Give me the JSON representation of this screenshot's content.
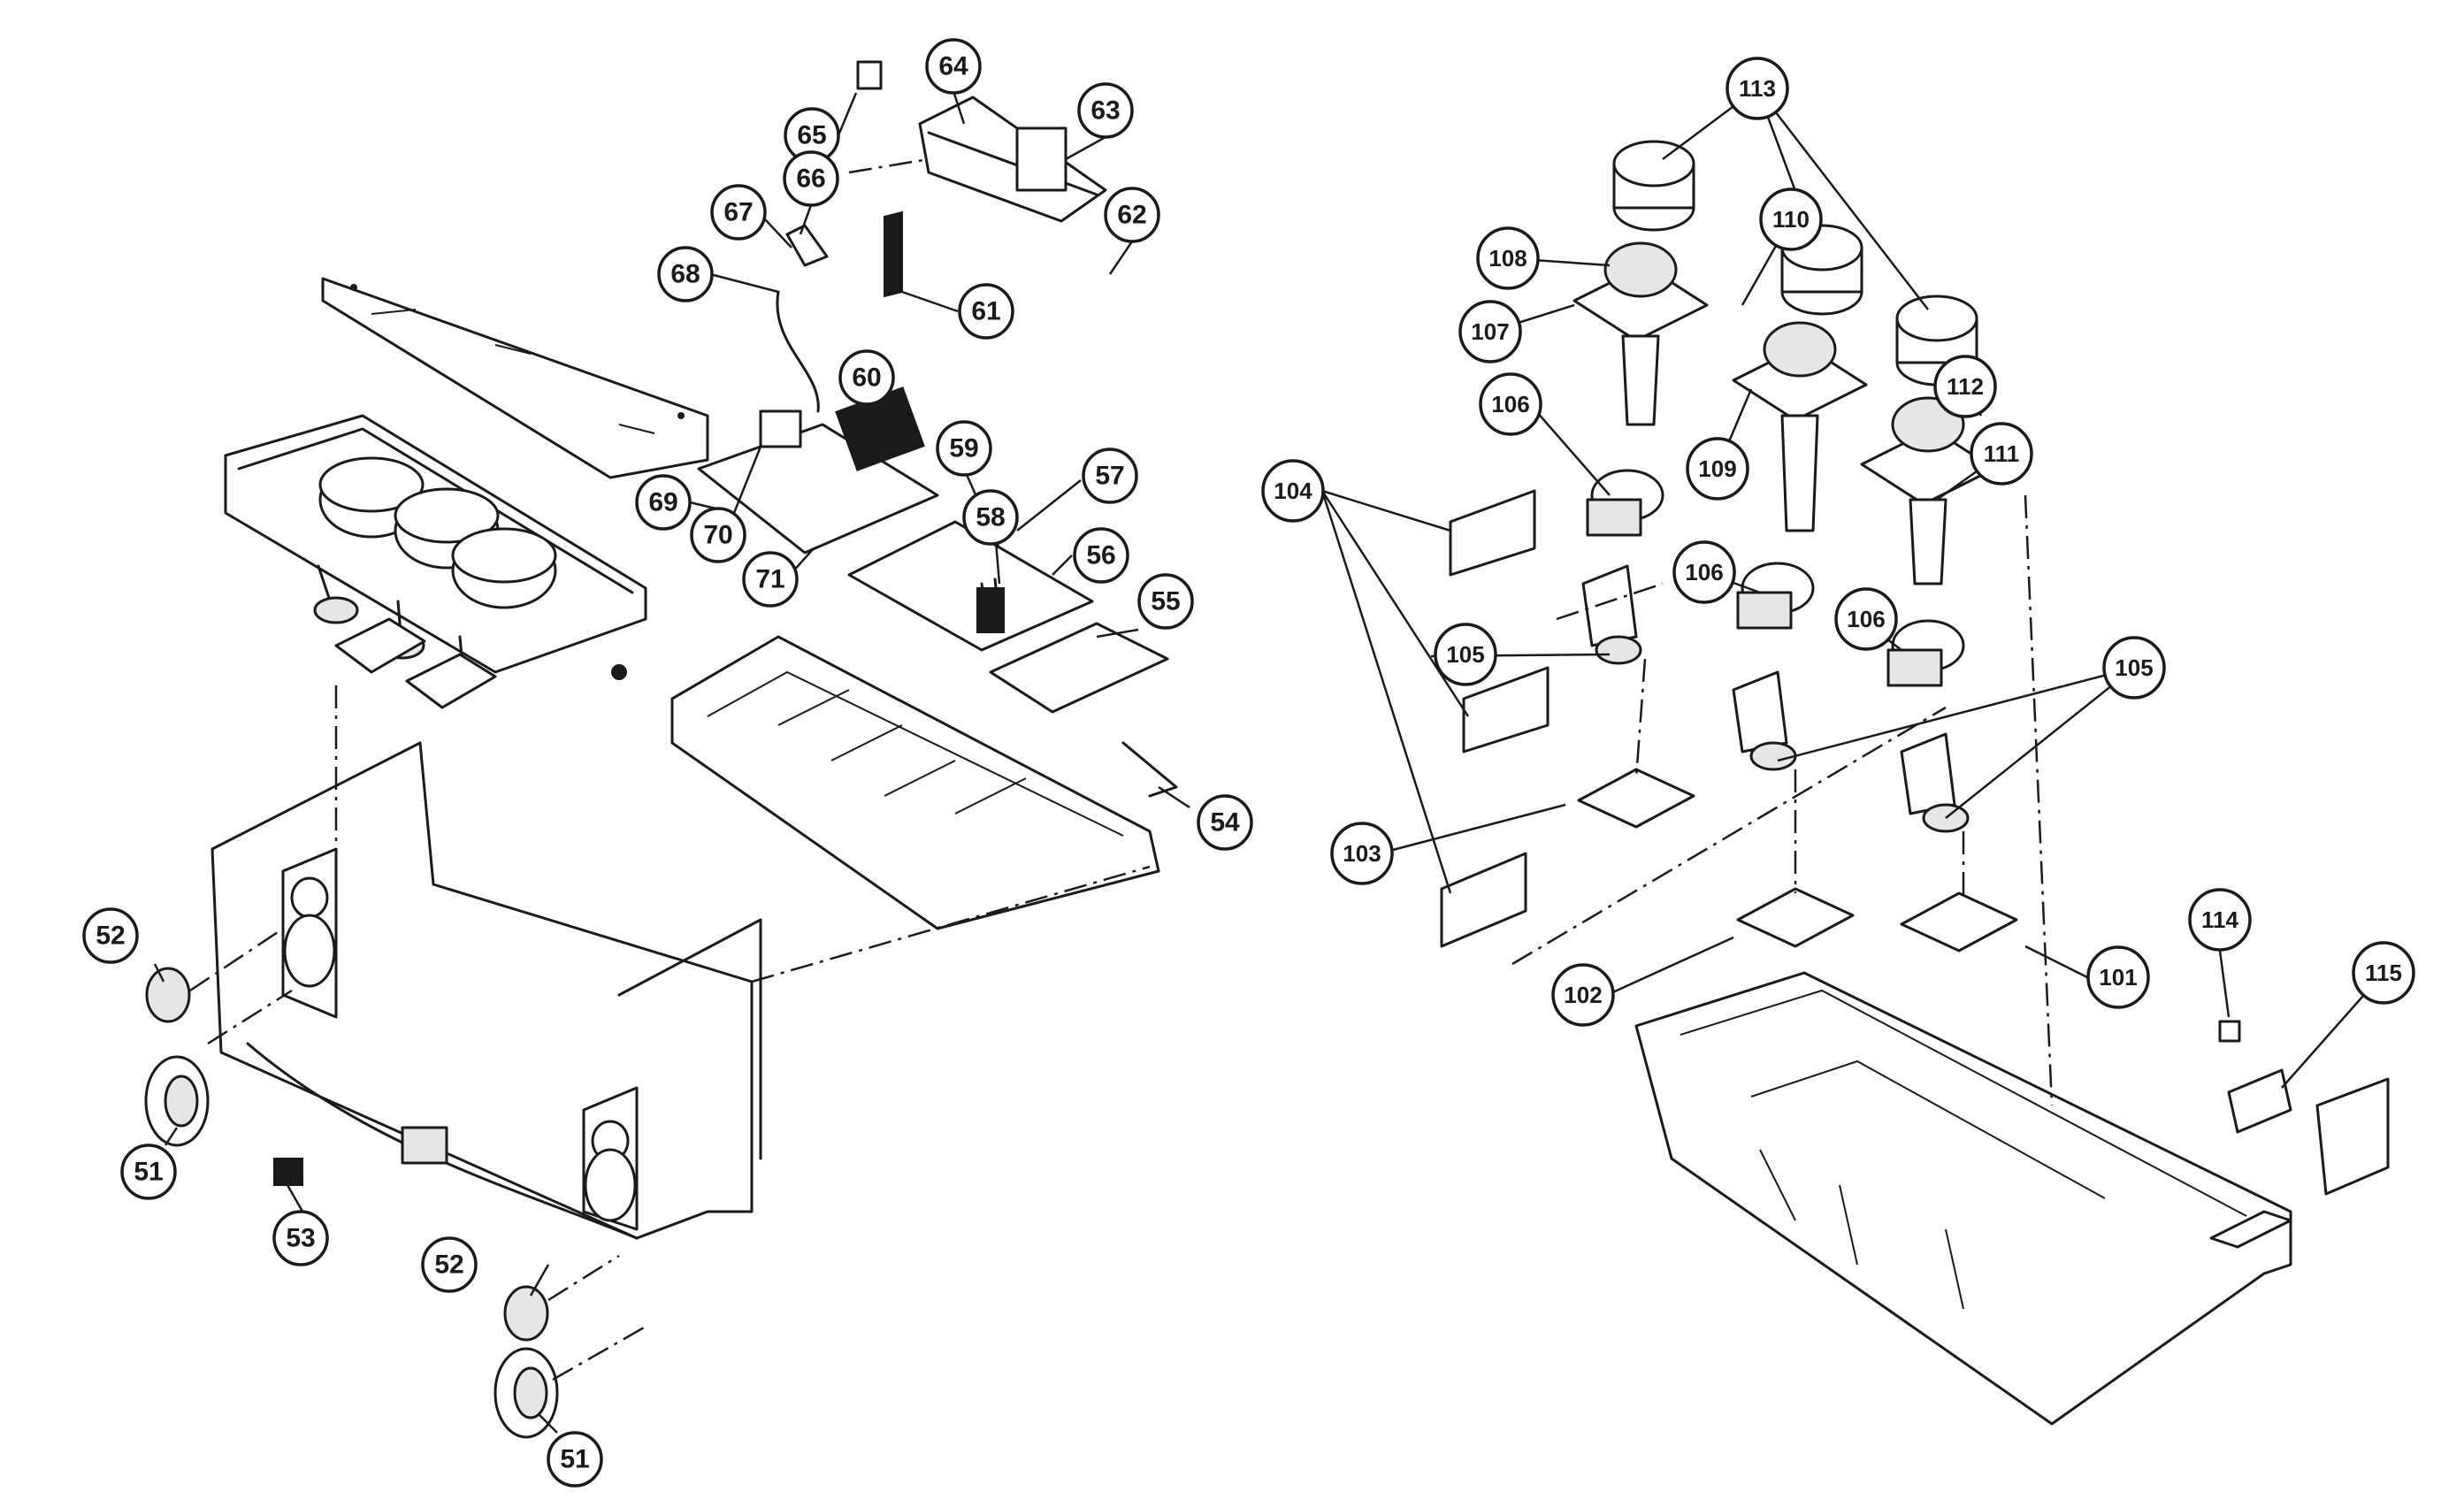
{
  "callouts": [
    {
      "id": "c51a",
      "label": "51"
    },
    {
      "id": "c51b",
      "label": "51"
    },
    {
      "id": "c52a",
      "label": "52"
    },
    {
      "id": "c52b",
      "label": "52"
    },
    {
      "id": "c53",
      "label": "53"
    },
    {
      "id": "c54",
      "label": "54"
    },
    {
      "id": "c55",
      "label": "55"
    },
    {
      "id": "c56",
      "label": "56"
    },
    {
      "id": "c57",
      "label": "57"
    },
    {
      "id": "c58",
      "label": "58"
    },
    {
      "id": "c59",
      "label": "59"
    },
    {
      "id": "c60",
      "label": "60"
    },
    {
      "id": "c61",
      "label": "61"
    },
    {
      "id": "c62",
      "label": "62"
    },
    {
      "id": "c63",
      "label": "63"
    },
    {
      "id": "c64",
      "label": "64"
    },
    {
      "id": "c65",
      "label": "65"
    },
    {
      "id": "c66",
      "label": "66"
    },
    {
      "id": "c67",
      "label": "67"
    },
    {
      "id": "c68",
      "label": "68"
    },
    {
      "id": "c69",
      "label": "69"
    },
    {
      "id": "c70",
      "label": "70"
    },
    {
      "id": "c71",
      "label": "71"
    },
    {
      "id": "c101",
      "label": "101"
    },
    {
      "id": "c102",
      "label": "102"
    },
    {
      "id": "c103",
      "label": "103"
    },
    {
      "id": "c104",
      "label": "104"
    },
    {
      "id": "c105a",
      "label": "105"
    },
    {
      "id": "c105b",
      "label": "105"
    },
    {
      "id": "c106a",
      "label": "106"
    },
    {
      "id": "c106b",
      "label": "106"
    },
    {
      "id": "c106c",
      "label": "106"
    },
    {
      "id": "c107",
      "label": "107"
    },
    {
      "id": "c108",
      "label": "108"
    },
    {
      "id": "c109",
      "label": "109"
    },
    {
      "id": "c110",
      "label": "110"
    },
    {
      "id": "c111",
      "label": "111"
    },
    {
      "id": "c112",
      "label": "112"
    },
    {
      "id": "c113",
      "label": "113"
    },
    {
      "id": "c114",
      "label": "114"
    },
    {
      "id": "c115",
      "label": "115"
    }
  ]
}
